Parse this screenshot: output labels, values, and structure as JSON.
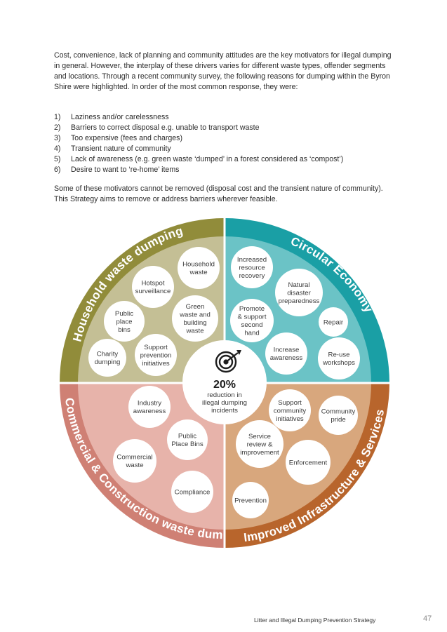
{
  "intro": "Cost, convenience, lack of planning and community attitudes are the key motivators for illegal dumping in general. However, the interplay of these drivers varies for different waste types, offender segments and locations. Through a recent community survey, the following reasons for dumping within the Byron Shire were highlighted. In order of the most common response, they were:",
  "reasons": [
    {
      "num": "1)",
      "text": "Laziness and/or carelessness"
    },
    {
      "num": "2)",
      "text": "Barriers to correct disposal e.g. unable to transport waste"
    },
    {
      "num": "3)",
      "text": "Too expensive (fees and charges)"
    },
    {
      "num": "4)",
      "text": "Transient nature of community"
    },
    {
      "num": "5)",
      "text": "Lack of awareness (e.g. green waste ‘dumped’ in a forest considered as ‘compost’)"
    },
    {
      "num": "6)",
      "text": "Desire to want to ‘re-home’ items"
    }
  ],
  "outro": "Some of these motivators cannot be removed (disposal cost and the transient nature of community). This Strategy aims to remove or address barriers wherever feasible.",
  "wheel": {
    "colors": {
      "olive_ring": "#918c3a",
      "olive_fill": "#c4bf95",
      "teal_ring": "#1a9fa5",
      "teal_fill": "#6bc3c6",
      "coral_ring": "#cf8074",
      "coral_fill": "#e7b3aa",
      "orange_ring": "#b8652c",
      "orange_fill": "#d8a77d"
    },
    "quadrants": {
      "household": {
        "title": "Household waste dumping",
        "bubbles": [
          "Household|waste",
          "Hotspot|surveillance",
          "Green|waste and|building|waste",
          "Public|place|bins",
          "Charity|dumping",
          "Support|prevention|initiatives"
        ]
      },
      "circular": {
        "title": "Circular Economy",
        "bubbles": [
          "Increased|resource|recovery",
          "Natural|disaster|preparedness",
          "Promote|& support|second|hand",
          "Repair",
          "Increase|awareness",
          "Re-use|workshops"
        ]
      },
      "commercial": {
        "title": "Commercial & Construction waste dumping",
        "bubbles": [
          "Industry|awareness",
          "Public|Place Bins",
          "Commercial|waste",
          "Compliance"
        ]
      },
      "infrastructure": {
        "title": "Improved Infrastructure & Services",
        "bubbles": [
          "Support|community|initiatives",
          "Community|pride",
          "Service|review &|improvement",
          "Enforcement",
          "Prevention"
        ]
      }
    },
    "center": {
      "icon": "target-icon",
      "value": "20%",
      "label": "reduction in|illegal dumping|incidents"
    }
  },
  "footer": {
    "title": "Litter and Illegal Dumping Prevention Strategy",
    "page": "47"
  }
}
